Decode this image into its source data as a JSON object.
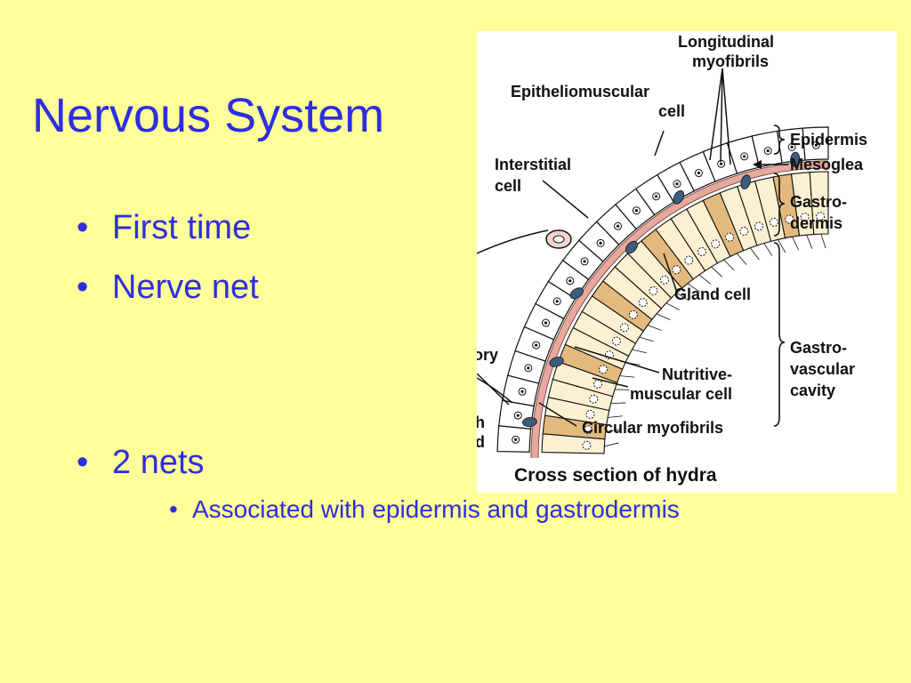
{
  "slide": {
    "title": "Nervous System",
    "bullets": [
      "First time",
      "Nerve net",
      "2 nets"
    ],
    "bullet_glyph": "•",
    "sub_bullets": [
      "Associated with epidermis and gastrodermis"
    ]
  },
  "diagram": {
    "labels": {
      "longitudinal_line1": "Longitudinal",
      "longitudinal_line2": "myofibrils",
      "epitheliomuscular_line1": "Epitheliomuscular",
      "epitheliomuscular_line2": "cell",
      "interstitial_line1": "Interstitial",
      "interstitial_line2": "cell",
      "epidermis": "Epidermis",
      "mesoglea": "Mesoglea",
      "gastrodermis_line1": "Gastro-",
      "gastrodermis_line2": "dermis",
      "gland_cell": "Gland cell",
      "gastrovascular_line1": "Gastro-",
      "gastrovascular_line2": "vascular",
      "gastrovascular_line3": "cavity",
      "nutritive_line1": "Nutritive-",
      "nutritive_line2": "muscular cell",
      "circular_myofibrils": "Circular myofibrils",
      "caption": "Cross section of hydra",
      "cut_ory": "ory",
      "cut_h": "h",
      "cut_d": "d"
    },
    "colors": {
      "background": "#FFFF99",
      "title_text": "#2E2EE0",
      "epidermis_cell": "#FFFFFF",
      "gastrodermis_cell": "#FBF1D2",
      "gland_cell": "#E3B97E",
      "nerve_cell": "#3E5E80",
      "mesoglea": "#E8A89E"
    }
  }
}
